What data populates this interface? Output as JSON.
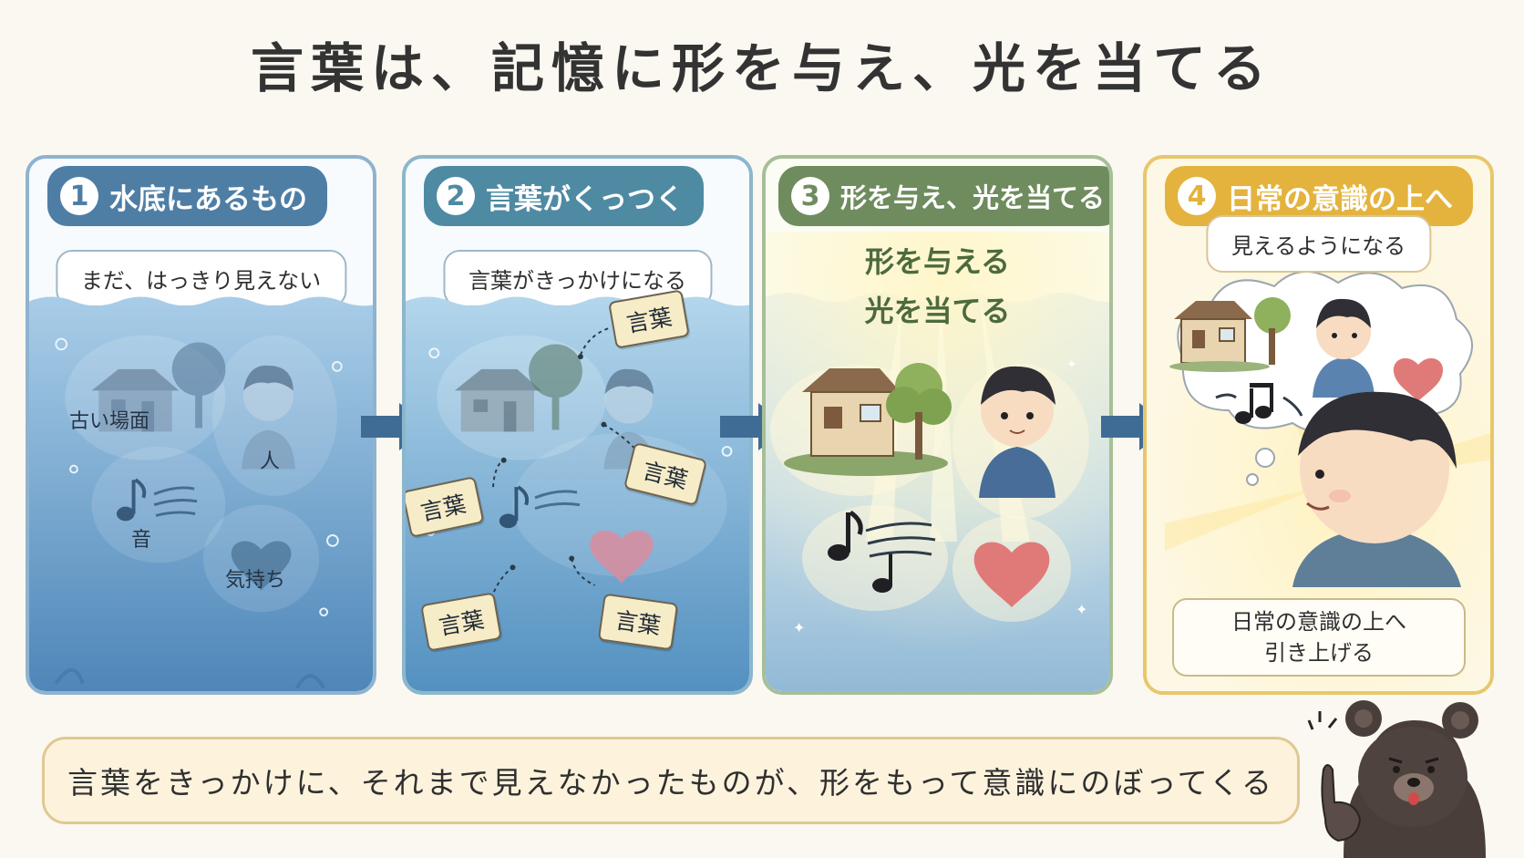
{
  "title": "言葉は、記憶に形を与え、光を当てる",
  "panels": [
    {
      "num": "1",
      "title": "水底にあるもの",
      "subtitle": "まだ、はっきり見えない",
      "labels": {
        "scene": "古い場面",
        "person": "人",
        "sound": "音",
        "feeling": "気持ち"
      }
    },
    {
      "num": "2",
      "title": "言葉がくっつく",
      "subtitle": "言葉がきっかけになる",
      "tag": "言葉"
    },
    {
      "num": "3",
      "title": "形を与え、光を当てる",
      "line1": "形を与える",
      "line2": "光を当てる"
    },
    {
      "num": "4",
      "title": "日常の意識の上へ",
      "subtitle": "見えるようになる",
      "caption_line1": "日常の意識の上へ",
      "caption_line2": "引き上げる"
    }
  ],
  "bottom_text": "言葉をきっかけに、それまで見えなかったものが、形をもって意識にのぼってくる",
  "colors": {
    "panel1": "#4f7ea5",
    "panel2": "#4f8aa3",
    "panel3": "#6f8c5e",
    "panel4": "#e4b33e",
    "water": "#6fa3cf",
    "arrow": "#3f6c95",
    "heart": "#e07a78"
  },
  "icons": [
    "house-icon",
    "tree-icon",
    "boy-icon",
    "music-note-icon",
    "heart-icon",
    "bear-icon",
    "sparkle-icon"
  ]
}
